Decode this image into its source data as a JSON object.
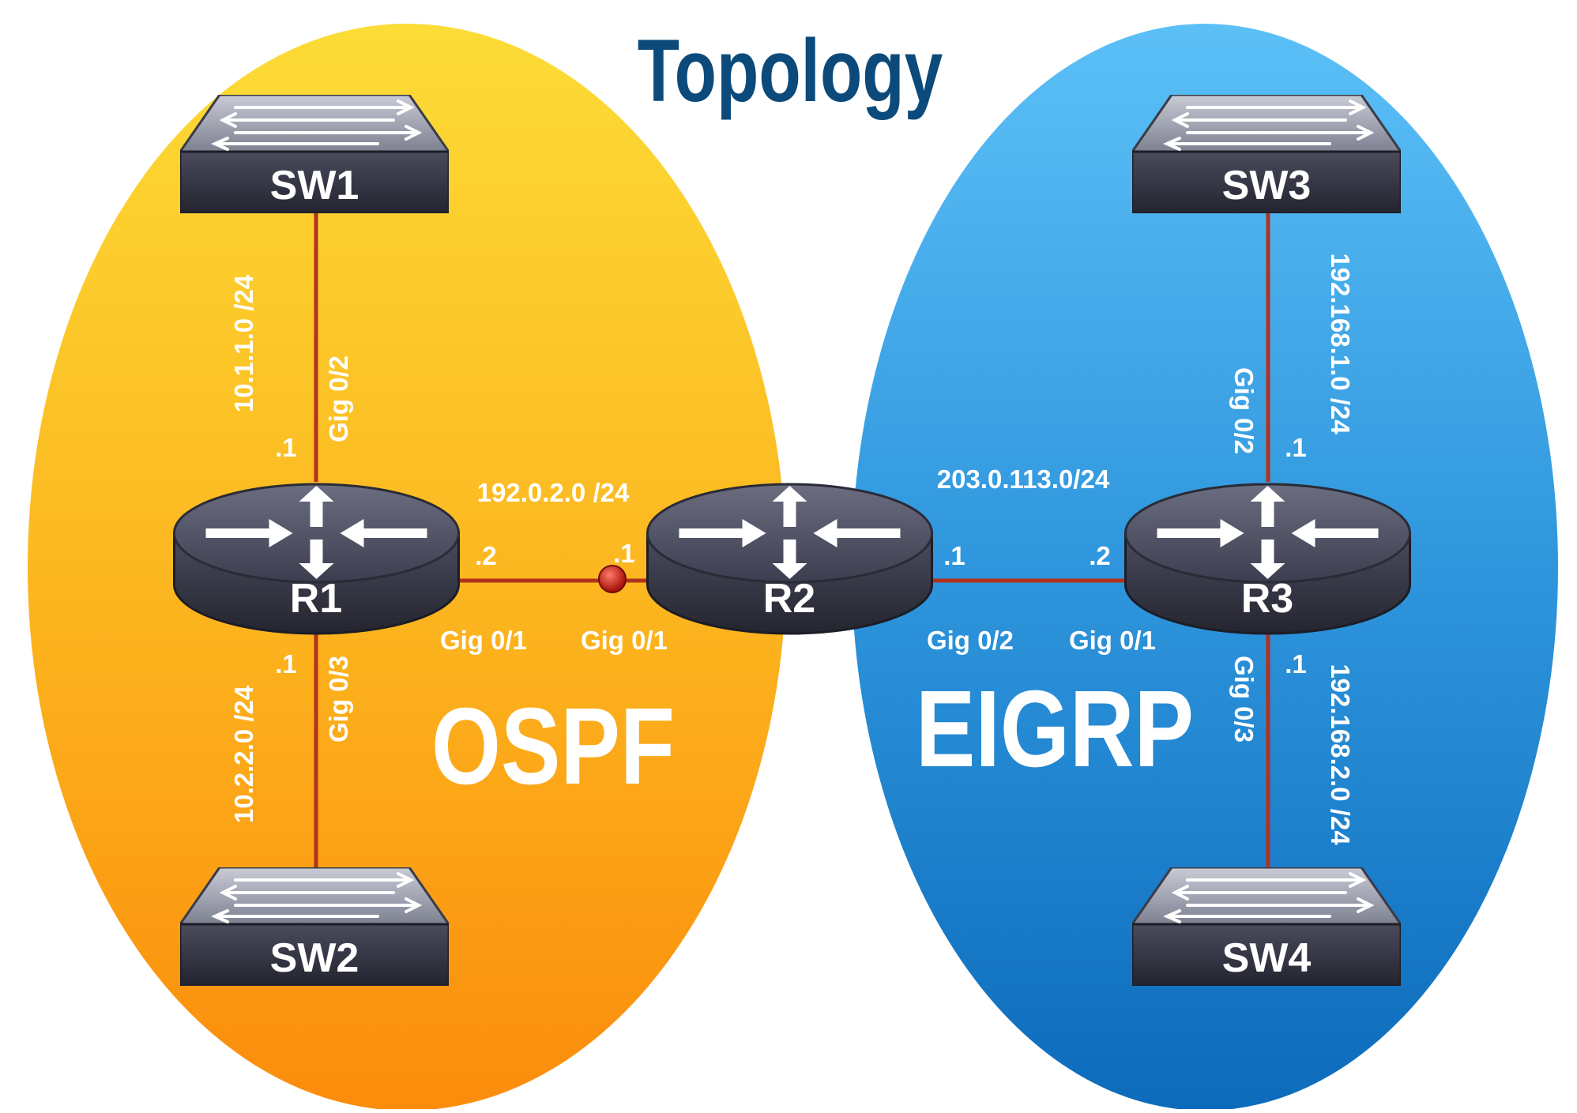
{
  "title": "Topology",
  "domains": {
    "left": {
      "label": "OSPF"
    },
    "right": {
      "label": "EIGRP"
    }
  },
  "devices": {
    "sw1": {
      "label": "SW1"
    },
    "sw2": {
      "label": "SW2"
    },
    "sw3": {
      "label": "SW3"
    },
    "sw4": {
      "label": "SW4"
    },
    "r1": {
      "label": "R1"
    },
    "r2": {
      "label": "R2"
    },
    "r3": {
      "label": "R3"
    }
  },
  "links": {
    "r1_sw1": {
      "network": "10.1.1.0 /24",
      "interface": "Gig 0/2",
      "host": ".1"
    },
    "r1_sw2": {
      "network": "10.2.2.0 /24",
      "interface": "Gig 0/3",
      "host": ".1"
    },
    "r1_r2": {
      "network": "192.0.2.0 /24",
      "r1_interface": "Gig 0/1",
      "r1_host": ".2",
      "r2_interface": "Gig 0/1",
      "r2_host": ".1"
    },
    "r2_r3": {
      "network": "203.0.113.0/24",
      "r2_interface": "Gig 0/2",
      "r2_host": ".1",
      "r3_interface": "Gig 0/1",
      "r3_host": ".2"
    },
    "r3_sw3": {
      "network": "192.168.1.0 /24",
      "interface": "Gig 0/2",
      "host": ".1"
    },
    "r3_sw4": {
      "network": "192.168.2.0 /24",
      "interface": "Gig 0/3",
      "host": ".1"
    }
  },
  "colors": {
    "title": "#0b4a7a",
    "ospf_top": "#fcd934",
    "ospf_bottom": "#fb8f0c",
    "eigrp_top": "#5bbcf5",
    "eigrp_bottom": "#0f71c0",
    "link": "#b0321c",
    "label_white": "#ffffff",
    "device_dark": "#3a3a4a"
  },
  "icons": {
    "switch": "switch-icon",
    "router": "router-icon"
  }
}
